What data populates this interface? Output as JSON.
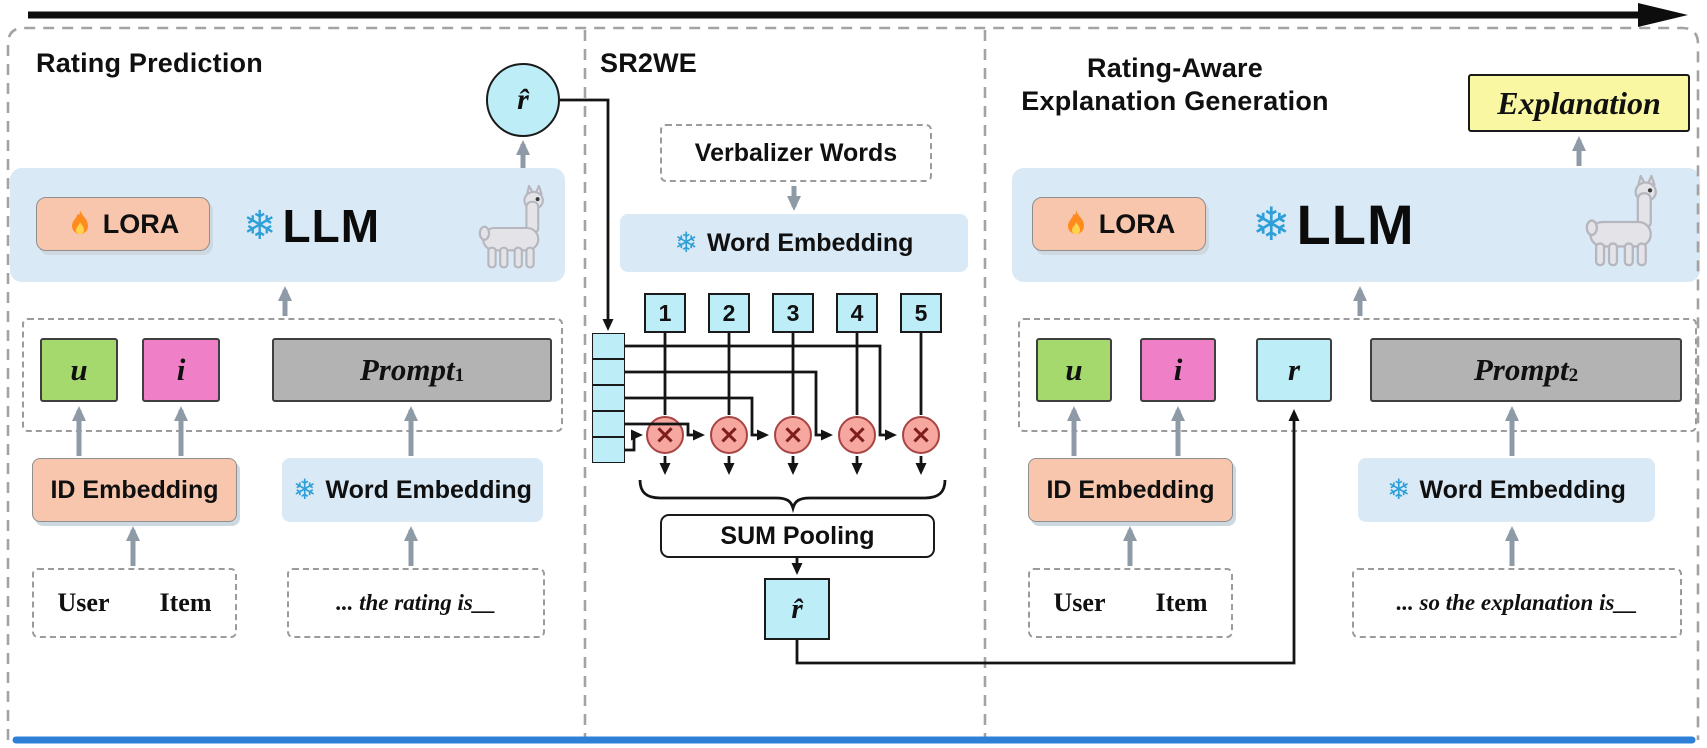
{
  "icons": {
    "snowflake": "❄"
  },
  "colors": {
    "panel_blue": "#d9e9f6",
    "lora_salmon": "#f7c6ad",
    "user_green": "#a5d96d",
    "item_pink": "#ef7fc6",
    "prompt_gray": "#b3b3b3",
    "rating_cyan": "#bdeef7",
    "explanation_yellow": "#f9f7a1",
    "multiply_red": "#f5a7a0",
    "arrow_gray": "#8e9ba7",
    "accent_blue_line": "#2e7fd6"
  },
  "rating_prediction": {
    "title": "Rating Prediction",
    "rhat": "r̂",
    "lora": "LORA",
    "llm": "LLM",
    "u": "u",
    "i": "i",
    "prompt_base": "Prompt",
    "prompt_sub": "1",
    "id_embedding": "ID Embedding",
    "word_embedding": "Word Embedding",
    "user": "User",
    "item": "Item",
    "prompt_text": "... the rating is__"
  },
  "sr2we": {
    "title": "SR2WE",
    "verbalizer": "Verbalizer Words",
    "word_embedding": "Word Embedding",
    "token_labels": [
      "1",
      "2",
      "3",
      "4",
      "5"
    ],
    "multiply": "×",
    "sum_pooling": "SUM Pooling",
    "rhat": "r̂"
  },
  "explanation": {
    "title_line1": "Rating-Aware",
    "title_line2": "Explanation Generation",
    "output": "Explanation",
    "lora": "LORA",
    "llm": "LLM",
    "u": "u",
    "i": "i",
    "r": "r",
    "prompt_base": "Prompt",
    "prompt_sub": "2",
    "id_embedding": "ID Embedding",
    "word_embedding": "Word Embedding",
    "user": "User",
    "item": "Item",
    "prompt_text": "... so the explanation is__"
  }
}
